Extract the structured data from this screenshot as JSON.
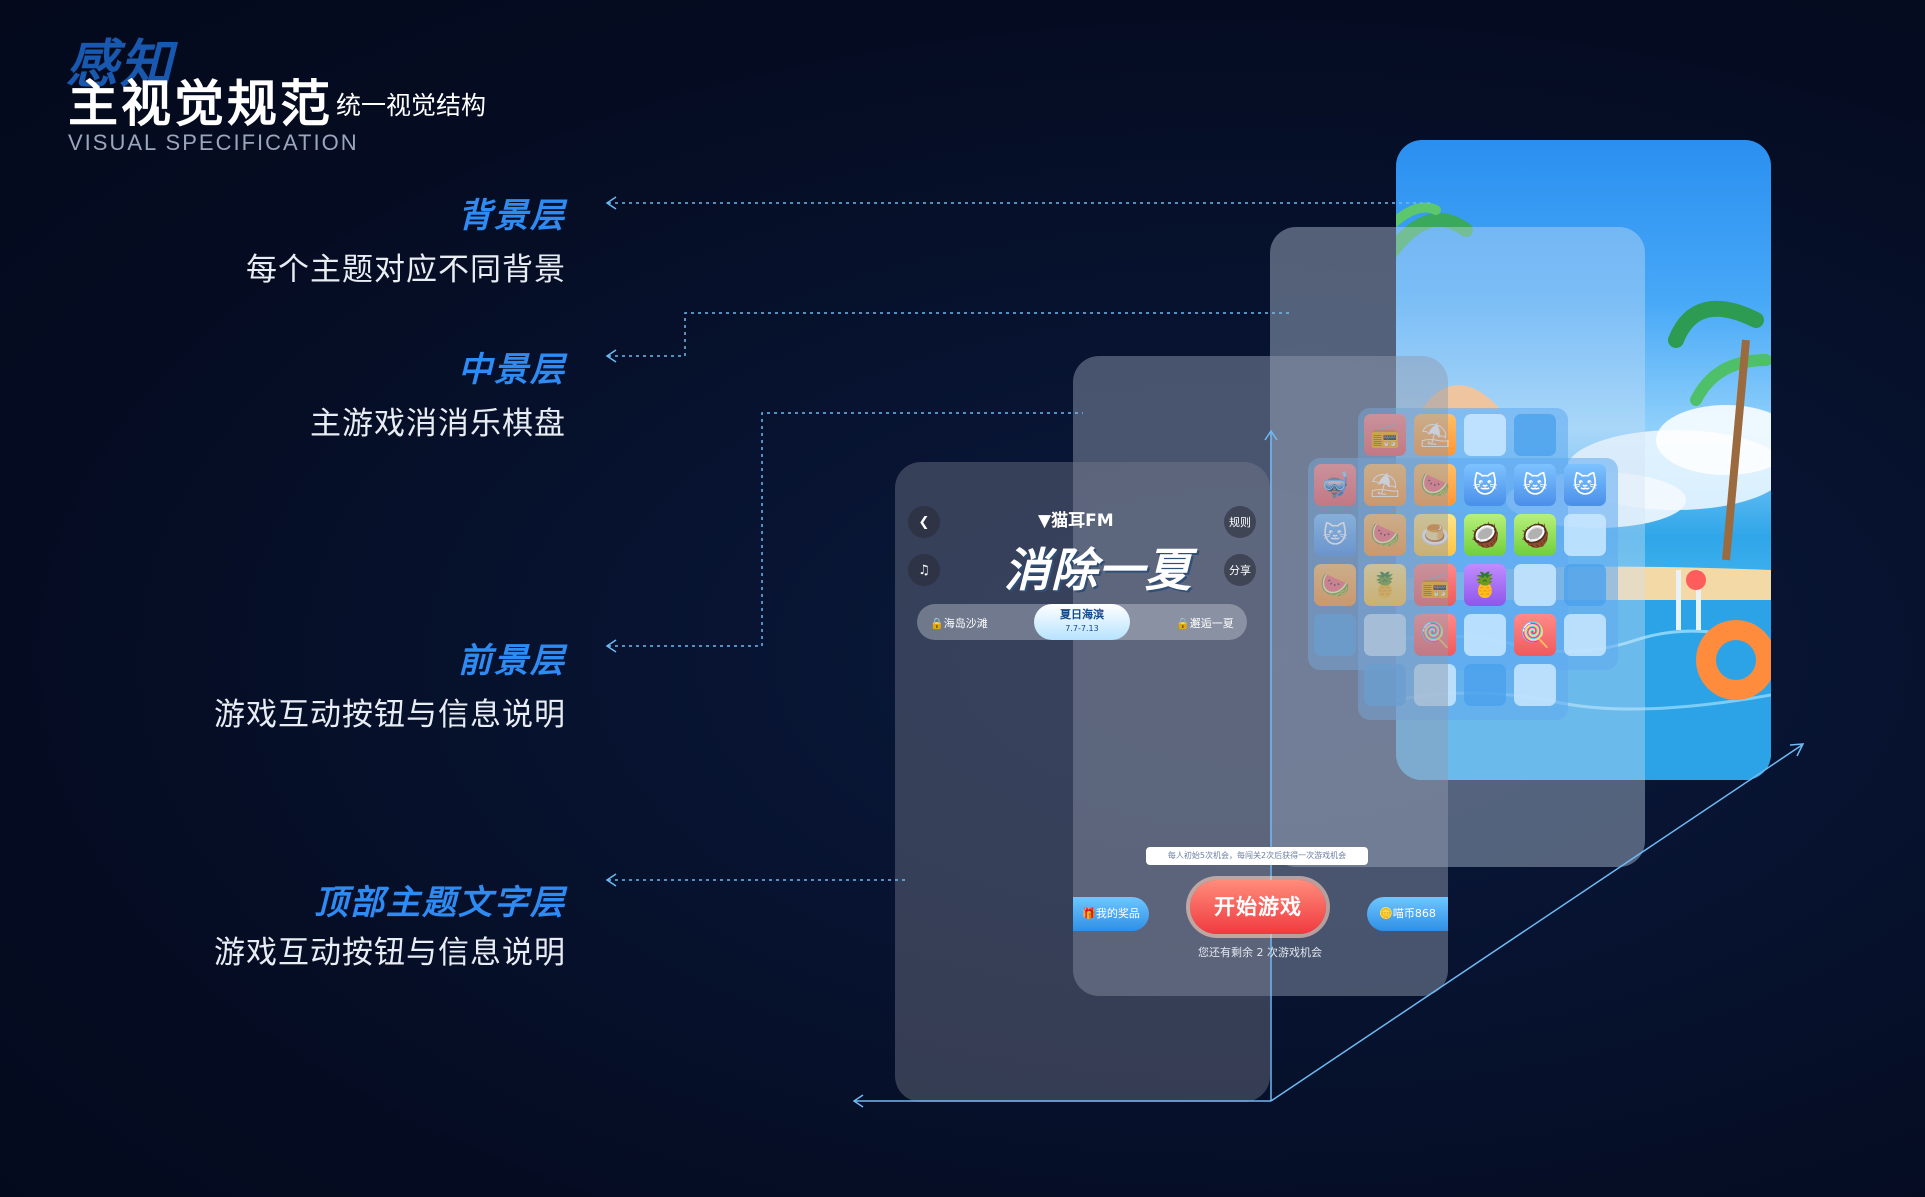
{
  "header": {
    "kicker": "感知",
    "title": "主视觉规范",
    "subtitle": "统一视觉结构",
    "title_en": "VISUAL SPECIFICATION"
  },
  "layers": [
    {
      "name": "背景层",
      "desc": "每个主题对应不同背景"
    },
    {
      "name": "中景层",
      "desc": "主游戏消消乐棋盘"
    },
    {
      "name": "前景层",
      "desc": "游戏互动按钮与信息说明"
    },
    {
      "name": "顶部主题文字层",
      "desc": "游戏互动按钮与信息说明"
    }
  ],
  "game": {
    "brand": "猫耳FM",
    "title": "消除一夏",
    "rules_label": "规则",
    "share_label": "分享",
    "tabs": {
      "left": "海岛沙滩",
      "center": "夏日海滨",
      "center_date": "7.7-7.13",
      "right": "邂逅一夏"
    },
    "tooltip": "每人初始5次机会，每闯关2次后获得一次游戏机会",
    "start_label": "开始游戏",
    "prize_label": "我的奖品",
    "coins_label": "喵币868",
    "remaining_text": "您还有剩余 2 次游戏机会"
  },
  "colors": {
    "accent": "#2e8bf3",
    "guide_line": "#6fb9f2",
    "start_button": "#f03a3f"
  },
  "board_icons": [
    "radio-icon",
    "umbrella-icon",
    "watermelon-icon",
    "cat-icon",
    "snorkel-mask-icon",
    "pudding-icon",
    "coconut-icon",
    "pineapple-icon",
    "popsicle-icon"
  ]
}
